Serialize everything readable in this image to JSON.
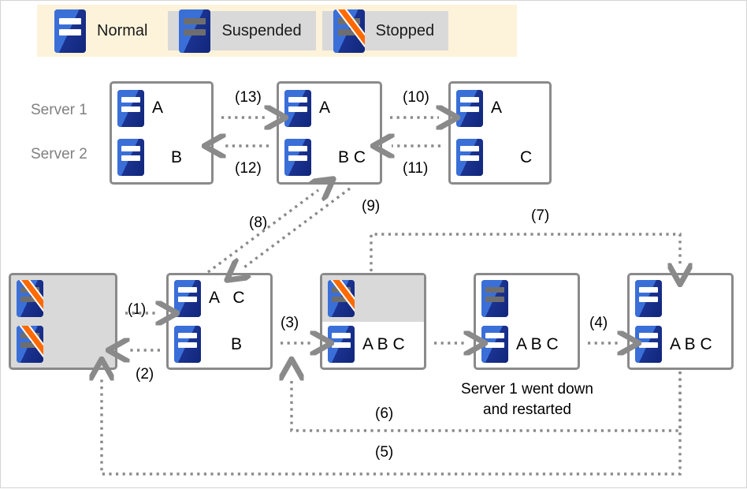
{
  "legend": {
    "items": [
      {
        "label": "Normal",
        "state": "normal",
        "shaded": false,
        "icon": "server-icon"
      },
      {
        "label": "Suspended",
        "state": "suspended",
        "shaded": true,
        "icon": "server-icon"
      },
      {
        "label": "Stopped",
        "state": "stopped",
        "shaded": true,
        "icon": "server-icon"
      }
    ]
  },
  "row_labels": {
    "server1": "Server 1",
    "server2": "Server 2"
  },
  "colors": {
    "legend_background": "#fdf3da",
    "shade": "#d9d9d9",
    "box_border": "#8a8a8a",
    "arrow": "#8a8a8a",
    "icon_blue": "#1d3fa8",
    "icon_blue_light": "#3a6fd8",
    "slash_orange": "#ff6a00",
    "label_gray": "#808080"
  },
  "boxes": {
    "top": [
      {
        "id": "top-1",
        "server1": {
          "state": "normal",
          "letters": "A"
        },
        "server2": {
          "state": "normal",
          "letters": "B"
        },
        "shaded": false
      },
      {
        "id": "top-2",
        "server1": {
          "state": "normal",
          "letters": "A"
        },
        "server2": {
          "state": "normal",
          "letters": "B C"
        },
        "shaded": false
      },
      {
        "id": "top-3",
        "server1": {
          "state": "normal",
          "letters": "A"
        },
        "server2": {
          "state": "normal",
          "letters": "C"
        },
        "shaded": false
      }
    ],
    "bottom": [
      {
        "id": "bot-1",
        "server1": {
          "state": "stopped",
          "letters": ""
        },
        "server2": {
          "state": "stopped",
          "letters": ""
        },
        "shaded": "all"
      },
      {
        "id": "bot-2",
        "server1": {
          "state": "normal",
          "letters": "A   C"
        },
        "server2": {
          "state": "normal",
          "letters": "B"
        },
        "shaded": false
      },
      {
        "id": "bot-3",
        "server1": {
          "state": "stopped",
          "letters": ""
        },
        "server2": {
          "state": "normal",
          "letters": "A B C"
        },
        "shaded": "top"
      },
      {
        "id": "bot-4",
        "server1": {
          "state": "suspended",
          "letters": ""
        },
        "server2": {
          "state": "normal",
          "letters": "A B C"
        },
        "shaded": false
      },
      {
        "id": "bot-5",
        "server1": {
          "state": "normal",
          "letters": ""
        },
        "server2": {
          "state": "normal",
          "letters": "A B C"
        },
        "shaded": false
      }
    ]
  },
  "steps": {
    "s1": "(1)",
    "s2": "(2)",
    "s3": "(3)",
    "s4": "(4)",
    "s5": "(5)",
    "s6": "(6)",
    "s7": "(7)",
    "s8": "(8)",
    "s9": "(9)",
    "s10": "(10)",
    "s11": "(11)",
    "s12": "(12)",
    "s13": "(13)"
  },
  "notes": {
    "server1_restart": "Server 1 went down\nand restarted"
  }
}
